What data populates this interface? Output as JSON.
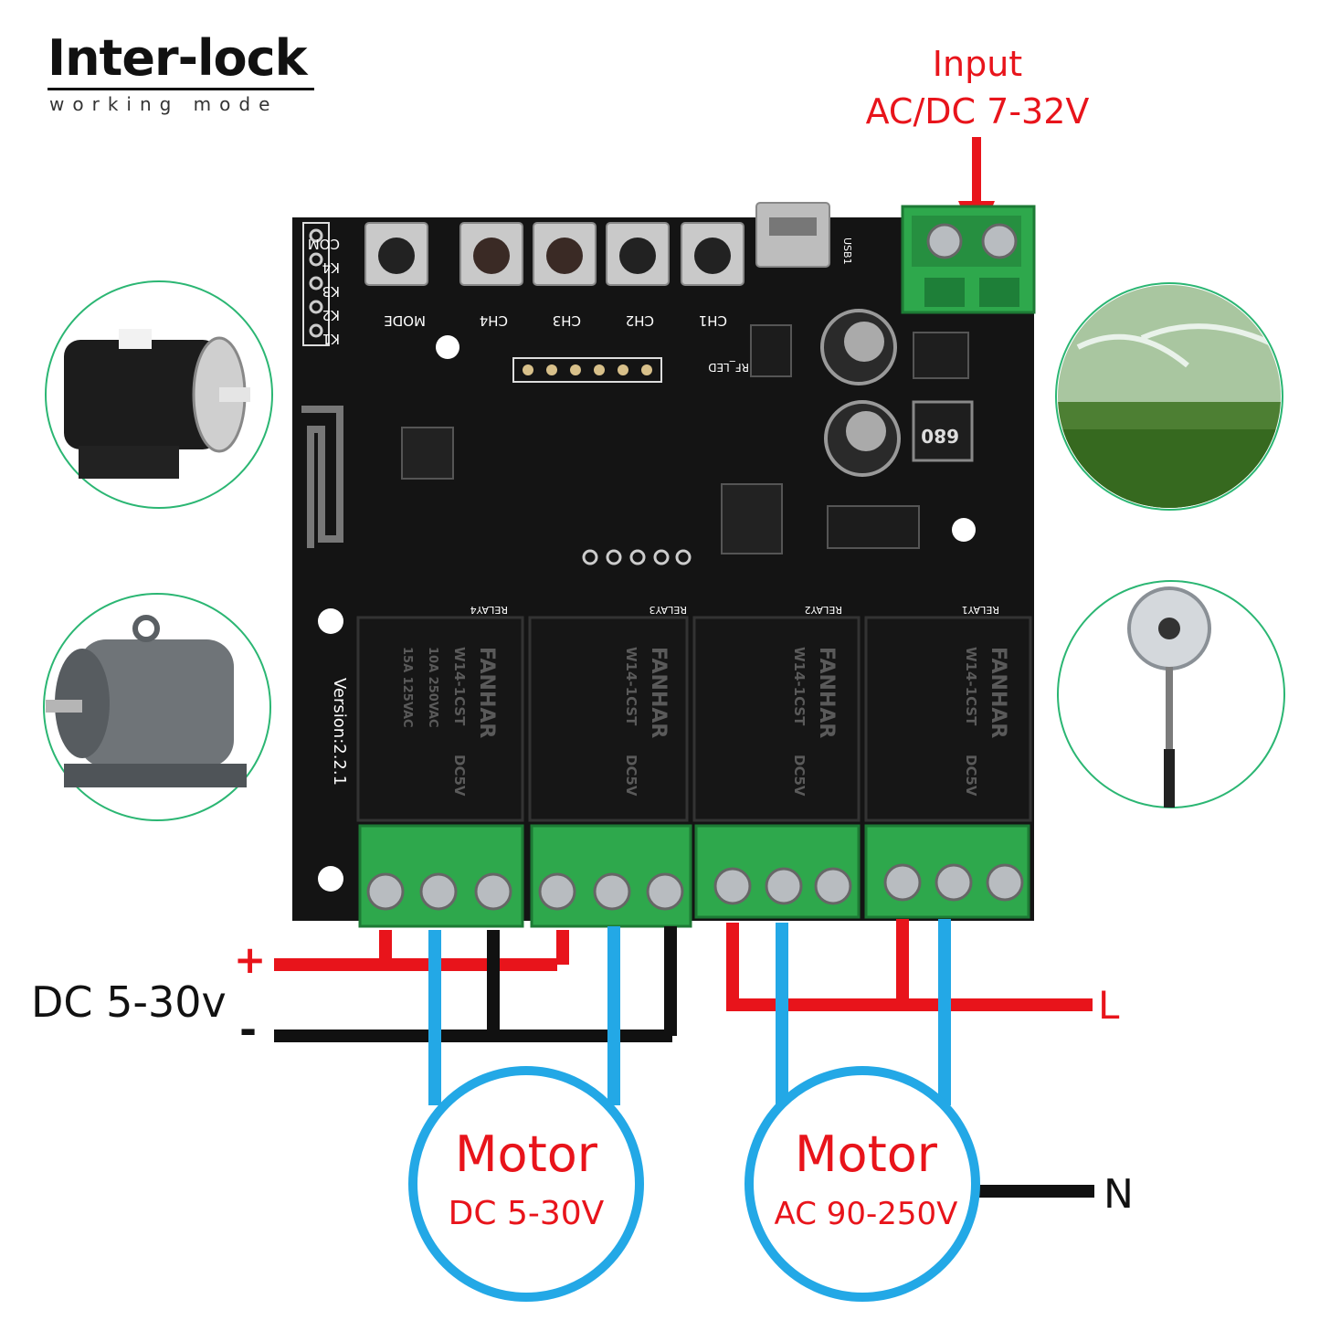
{
  "header": {
    "title": "Inter-lock",
    "subtitle": "working mode"
  },
  "input": {
    "label": "Input",
    "voltage": "AC/DC 7-32V"
  },
  "dc_supply": {
    "label": "DC 5-30v",
    "plus": "+",
    "minus": "-"
  },
  "ac_lines": {
    "live": "L",
    "neutral": "N"
  },
  "motors": [
    {
      "title": "Motor",
      "rating": "DC 5-30V"
    },
    {
      "title": "Motor",
      "rating": "AC 90-250V"
    }
  ],
  "board": {
    "version": "Version:2.2.1",
    "header_pins": [
      "COM",
      "K4",
      "K3",
      "K2",
      "K1"
    ],
    "buttons": [
      "MODE",
      "CH4",
      "CH3",
      "CH2",
      "CH1"
    ],
    "rf_led": "RF_LED",
    "usb": "USB1",
    "relays": [
      {
        "label": "RELAY4",
        "brand": "FANHAR",
        "model": "W14-1CST",
        "coil": "DC5V"
      },
      {
        "label": "RELAY3",
        "brand": "FANHAR",
        "model": "W14-1CST",
        "coil": "DC5V"
      },
      {
        "label": "RELAY2",
        "brand": "FANHAR",
        "model": "W14-1CST",
        "coil": "DC5V"
      },
      {
        "label": "RELAY1",
        "brand": "FANHAR",
        "model": "W14-1CST",
        "coil": "DC5V"
      }
    ],
    "relay_ratings": [
      "10A 250VAC",
      "15A 125VAC"
    ],
    "inductor": "680"
  },
  "colors": {
    "red_wire": "#e8141b",
    "blue_wire": "#23a8e6",
    "black_wire": "#111111",
    "terminal_green": "#29a84a",
    "pcb": "#141414"
  },
  "icons": [
    "dc-motor-photo",
    "ac-motor-photo",
    "sprinkler-photo",
    "fan-photo"
  ]
}
